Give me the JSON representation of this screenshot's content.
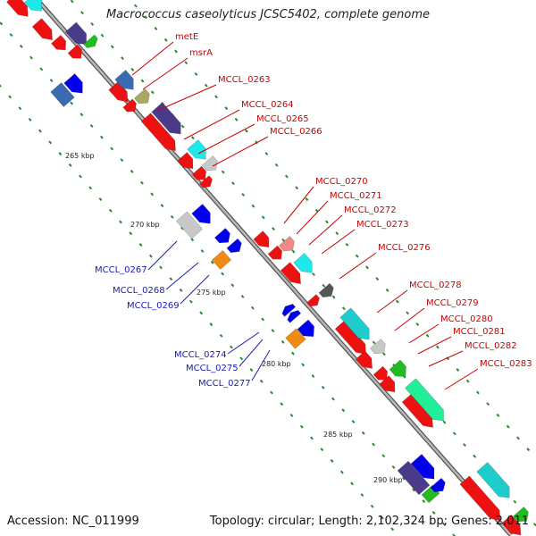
{
  "title": "Macrococcus caseolyticus JCSC5402, complete genome",
  "footer": {
    "accession": "Accession: NC_011999",
    "summary": "Topology: circular; Length: 2,102,324 bp; Genes: 2,011"
  },
  "colors": {
    "backbone": "#888888",
    "dots": "#2a8a2a",
    "red_label": "#cc0000",
    "blue_label": "#1a1ab8"
  },
  "kbp_labels": [
    "265 kbp",
    "270 kbp",
    "275 kbp",
    "280 kbp",
    "285 kbp",
    "290 kbp"
  ],
  "gene_labels_top": [
    "metE",
    "msrA",
    "MCCL_0263",
    "MCCL_0264",
    "MCCL_0265",
    "MCCL_0266",
    "MCCL_0270",
    "MCCL_0271",
    "MCCL_0272",
    "MCCL_0273",
    "MCCL_0276",
    "MCCL_0278",
    "MCCL_0279",
    "MCCL_0280",
    "MCCL_0281",
    "MCCL_0282",
    "MCCL_0283"
  ],
  "gene_labels_bottom": [
    "MCCL_0267",
    "MCCL_0268",
    "MCCL_0269",
    "MCCL_0274",
    "MCCL_0275",
    "MCCL_0277"
  ]
}
